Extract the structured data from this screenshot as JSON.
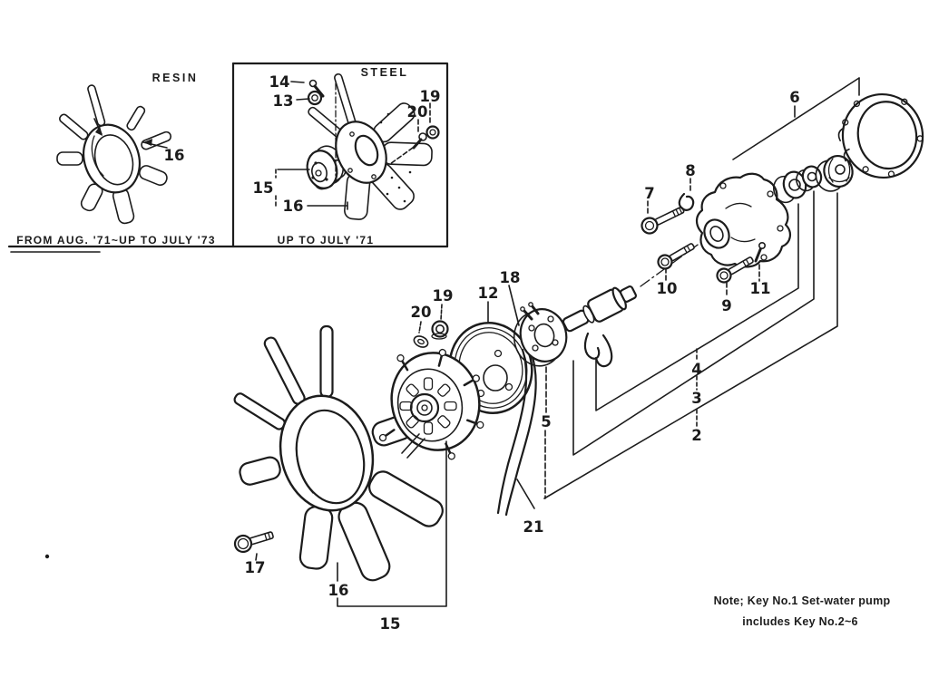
{
  "palette": {
    "ink": "#1c1c1c",
    "paper": "#ffffff"
  },
  "inset": {
    "left": {
      "material": "RESIN",
      "caption": "FROM AUG. '71~UP TO JULY '73"
    },
    "right": {
      "material": "STEEL",
      "caption": "UP TO JULY '71"
    }
  },
  "callouts": {
    "inset_left": {
      "16": "16"
    },
    "inset_right": {
      "13": "13",
      "14": "14",
      "15": "15",
      "16": "16",
      "19": "19",
      "20": "20"
    },
    "main": {
      "2": "2",
      "3": "3",
      "4": "4",
      "5": "5",
      "6": "6",
      "7": "7",
      "8": "8",
      "9": "9",
      "10": "10",
      "11": "11",
      "12": "12",
      "15": "15",
      "16": "16",
      "17": "17",
      "18": "18",
      "19": "19",
      "20": "20",
      "21": "21"
    }
  },
  "note": {
    "line1": "Note; Key No.1 Set-water pump",
    "line2": "includes Key No.2~6"
  }
}
